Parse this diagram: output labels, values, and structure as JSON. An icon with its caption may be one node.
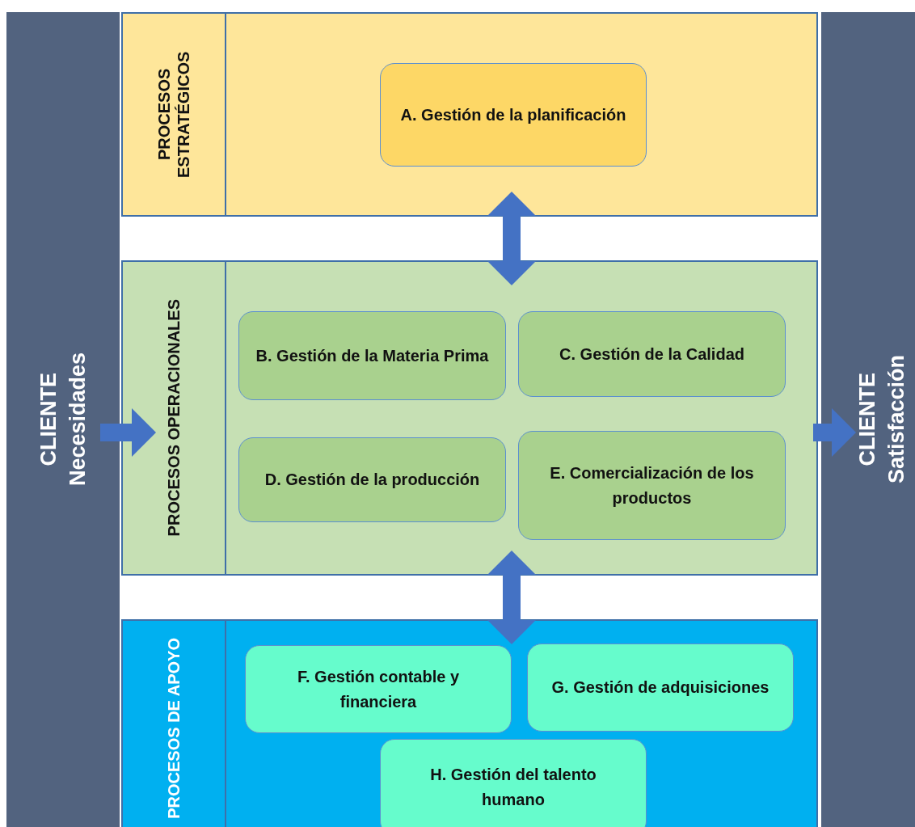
{
  "diagram": {
    "nodes": [
      {
        "text": [
          "CLIENTE",
          "Necesidades"
        ]
      },
      {
        "text": [
          "PROCESOS ESTRATÉGICOS"
        ]
      },
      {
        "text": [
          "A.  Gestión de la planificación"
        ],
        "in": 1
      },
      {
        "text": [
          "PROCESOS OPERACIONALES"
        ]
      },
      {
        "text": [
          "B. Gestión de la Materia Prima"
        ],
        "in": 3
      },
      {
        "text": [
          "C. Gestión de la Calidad"
        ],
        "in": 3
      },
      {
        "text": [
          "D. Gestión de la producción"
        ],
        "in": 3
      },
      {
        "text": [
          "E. Comercialización de los productos"
        ],
        "in": 3
      },
      {
        "text": [
          "PROCESOS DE APOYO"
        ]
      },
      {
        "text": [
          "F. Gestión contable y financiera"
        ],
        "in": 8
      },
      {
        "text": [
          "G. Gestión de adquisiciones"
        ],
        "in": 8
      },
      {
        "text": [
          "H. Gestión del talento humano"
        ],
        "in": 8
      },
      {
        "text": [
          "CLIENTE",
          "Satisfacción"
        ]
      }
    ],
    "edges": [
      {
        "from": 0,
        "to": 3,
        "arrow": "to"
      },
      {
        "from": 3,
        "to": 12,
        "arrow": "to"
      },
      {
        "from": 1,
        "to": 3,
        "arrow": "both"
      },
      {
        "from": 3,
        "to": 8,
        "arrow": "both"
      }
    ]
  }
}
